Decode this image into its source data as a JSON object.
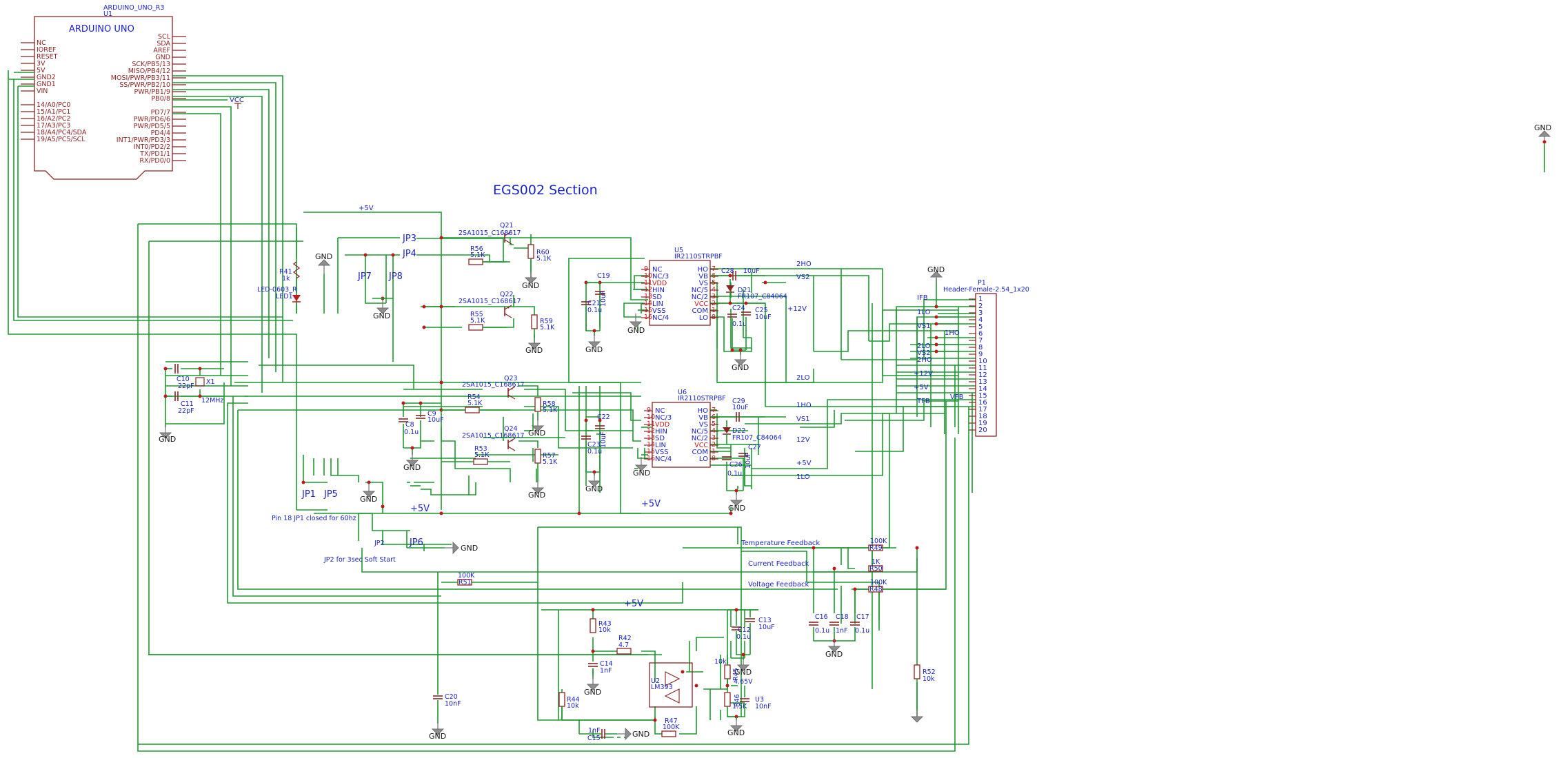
{
  "title": "EGS002 Section",
  "arduino": {
    "ref_top": "ARDUINO_UNO_R3",
    "ref": "U1",
    "name": "ARDUINO UNO",
    "left_pins": [
      "NC",
      "IOREF",
      "RESET",
      "3V",
      "5V",
      "GND2",
      "GND1",
      "VIN",
      "",
      "14/A0/PC0",
      "15/A1/PC1",
      "16/A2/PC2",
      "17/A3/PC3",
      "18/A4/PC4/SDA",
      "19/A5/PC5/SCL"
    ],
    "right_pins": [
      "SCL",
      "SDA",
      "AREF",
      "GND",
      "SCK/PB5/13",
      "MISO/PB4/12",
      "MOSI/PWR/PB3/11",
      "SS/PWR/PB2/10",
      "PWR/PB1/9",
      "PB0/8",
      "",
      "PD7/7",
      "PWR/PD6/6",
      "PWR/PD5/5",
      "PD4/4",
      "INT1/PWR/PD3/3",
      "INT0/PD2/2",
      "TX/PD1/1",
      "RX/PD0/0"
    ]
  },
  "power": {
    "vcc": "VCC",
    "gnd": "GND",
    "p5v": "+5V",
    "p12v": "+12V"
  },
  "jumpers": {
    "jp1": "JP1",
    "jp2": "JP2",
    "jp3": "JP3",
    "jp4": "JP4",
    "jp5": "JP5",
    "jp6": "JP6",
    "jp7": "JP7",
    "jp8": "JP8"
  },
  "notes": {
    "jp1": "Pin 18 JP1 closed for 60hz",
    "jp2": "JP2 for 3sec Soft Start"
  },
  "led": {
    "r_ref": "R41",
    "r_val": "1k",
    "part": "LED-0603_R",
    "ref": "LED1"
  },
  "crystal": {
    "c10": "C10",
    "c10v": "22pF",
    "c11": "C11",
    "c11v": "22pF",
    "x1": "X1",
    "freq": "12MHz"
  },
  "caps": {
    "c8": "C8",
    "c8v": "0.1u",
    "c9": "C9",
    "c9v": "10uF",
    "c19": "C19",
    "c19v": "10uF",
    "c21": "C21",
    "c21v": "0.1u",
    "c22": "C22",
    "c22v": "10uF",
    "c23": "C23",
    "c23v": "0.1u",
    "c24": "C24",
    "c24v": "0.1u",
    "c25": "C25",
    "c25v": "10uF",
    "c26": "C26",
    "c26v": "0.1u",
    "c27": "C27",
    "c27v": "10uF",
    "c28": "C28",
    "c28v": "10uF",
    "c29": "C29",
    "c29v": "10uF",
    "c12": "C12",
    "c12v": "0.1u",
    "c13": "C13",
    "c13v": "10uF",
    "c14": "C14",
    "c14v": "1nF",
    "c15": "C15",
    "c15v": "1nF",
    "c16": "C16",
    "c16v": "0.1u",
    "c17": "C17",
    "c17v": "0.1u",
    "c18": "C18",
    "c18v": "1nF",
    "c20": "C20",
    "c20v": "10nF",
    "u3": "U3",
    "u3v": "10nF"
  },
  "transistors": {
    "q21": "Q21",
    "q22": "Q22",
    "q23": "Q23",
    "q24": "Q24",
    "part": "2SA1015_C168617"
  },
  "resistors": {
    "r53": "R53",
    "r54": "R54",
    "r55": "R55",
    "r56": "R56",
    "r57": "R57",
    "r58": "R58",
    "r59": "R59",
    "r60": "R60",
    "v51k": "5.1K",
    "r43": "R43",
    "r43v": "10k",
    "r42": "R42",
    "r42v": "4.7",
    "r44": "R44",
    "r44v": "10k",
    "r47": "R47",
    "r47v": "100K",
    "r52": "R52",
    "r52v": "10k",
    "r49v": "100K",
    "r50v": "1K",
    "r48v": "100K",
    "r51v": "100K",
    "r49": "R49",
    "r50": "R50",
    "r48": "R48",
    "r51": "R51",
    "r45": "R45",
    "r46": "R46",
    "r45v": "10k",
    "r46v": "1.5K",
    "vref": "4.65V"
  },
  "driver": {
    "u5": "U5",
    "u6": "U6",
    "part": "IR2110STRPBF",
    "left_pins": [
      "NC",
      "NC/3",
      "VDD",
      "HIN",
      "SD",
      "LIN",
      "VSS",
      "NC/4"
    ],
    "right_pins": [
      "HO",
      "VB",
      "VS",
      "NC/5",
      "NC/2",
      "VCC",
      "COM",
      "LO"
    ],
    "d21": "D21",
    "d22": "D22",
    "diode": "FR107_C84064"
  },
  "comparator": {
    "ref": "U2",
    "part": "LM393"
  },
  "nets": {
    "ho2": "2HO",
    "vs2": "VS2",
    "lo2": "2LO",
    "ho1": "1HO",
    "vs1": "VS1",
    "lo1": "1LO",
    "v12": "12V",
    "ifb": "IFB",
    "vfb": "VFB",
    "tfb": "TFB",
    "temp": "Temperature Feedback",
    "current": "Current Feedback",
    "voltage": "Voltage Feedback"
  },
  "header": {
    "ref": "P1",
    "part": "Header-Female-2.54_1x20",
    "pins": [
      "1",
      "2",
      "3",
      "4",
      "5",
      "6",
      "7",
      "8",
      "9",
      "10",
      "11",
      "12",
      "13",
      "14",
      "15",
      "16",
      "17",
      "18",
      "19",
      "20"
    ],
    "labels": [
      "IFB",
      "1LO",
      "VS1",
      "1HO",
      "2LO",
      "VS2",
      "2HO",
      "+12V",
      "+5V",
      "TFB"
    ]
  },
  "colors": {
    "wire": "#1c9a2e",
    "body": "#8b2323",
    "label": "#1a23c8",
    "pin": "#c01818",
    "ground": "#8e8e8e"
  }
}
